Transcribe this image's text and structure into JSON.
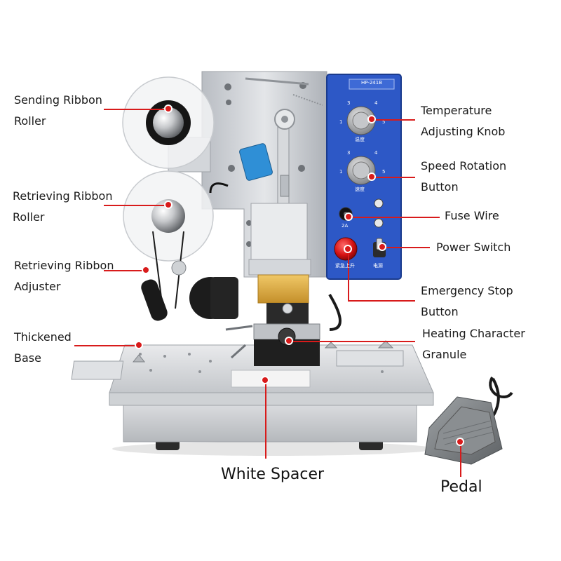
{
  "colors": {
    "annotation_line": "#d81b1b",
    "control_panel": "#2d58c6",
    "metal": "#c9ccd1",
    "emergency_button": "#d61212",
    "heater_block": "#e0b14a"
  },
  "panel": {
    "model": "HP-241B",
    "temp_caption": "温度",
    "speed_caption": "速度",
    "fuse_rating": "2A",
    "emergency_caption": "紧急上升",
    "power_caption": "电源"
  },
  "labels": {
    "sending_ribbon_roller": [
      "Sending Ribbon",
      "Roller"
    ],
    "retrieving_ribbon_roller": [
      "Retrieving Ribbon",
      "Roller"
    ],
    "retrieving_ribbon_adjuster": [
      "Retrieving Ribbon",
      "Adjuster"
    ],
    "thickened_base": [
      "Thickened",
      "Base"
    ],
    "temperature_adjusting_knob": [
      "Temperature",
      "Adjusting Knob"
    ],
    "speed_rotation_button": [
      "Speed Rotation",
      "Button"
    ],
    "fuse_wire": "Fuse Wire",
    "power_switch": "Power Switch",
    "emergency_stop_button": [
      "Emergency Stop",
      "Button"
    ],
    "heating_character_granule": [
      "Heating Character",
      "Granule"
    ],
    "white_spacer": "White Spacer",
    "pedal": "Pedal"
  }
}
